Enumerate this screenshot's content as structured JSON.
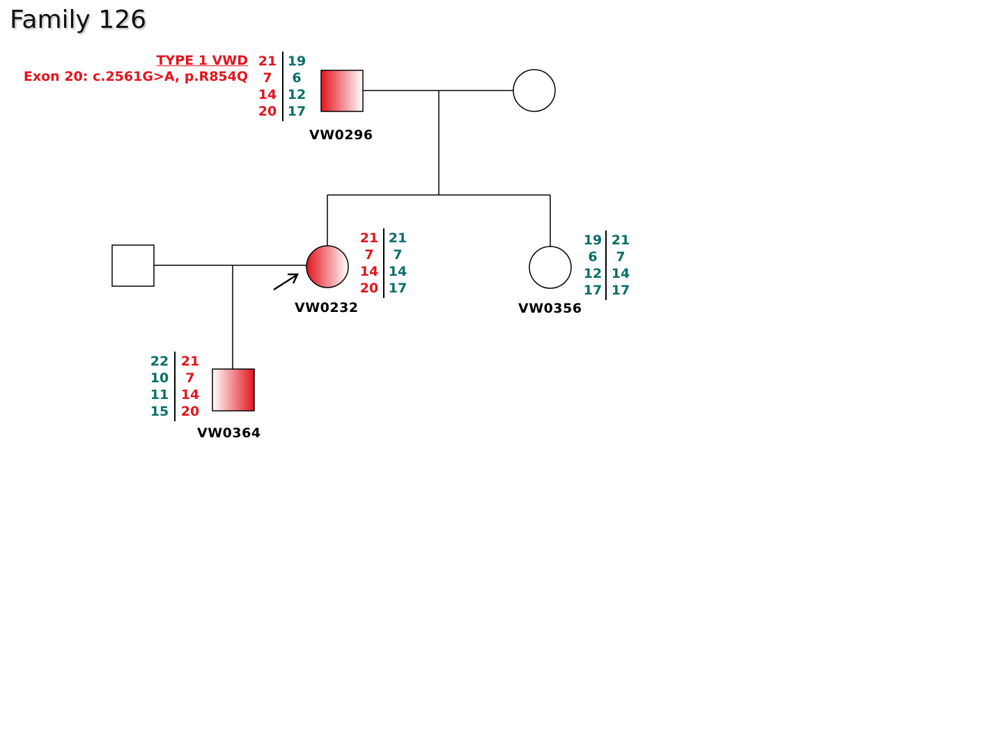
{
  "title": "Family 126",
  "annotation": {
    "diagnosis": "TYPE 1 VWD",
    "mutation": "Exon 20: c.2561G>A, p.R854Q"
  },
  "individuals": [
    {
      "id": "VW0296",
      "sex": "male",
      "affected": true,
      "alleles_left": [
        "21",
        "7",
        "14",
        "20"
      ],
      "alleles_right": [
        "19",
        "6",
        "12",
        "17"
      ],
      "left_color": "red",
      "right_color": "teal"
    },
    {
      "id": "spouse-I-2",
      "sex": "female",
      "affected": false
    },
    {
      "id": "spouse-II-1",
      "sex": "male",
      "affected": false
    },
    {
      "id": "VW0232",
      "sex": "female",
      "affected": true,
      "proband": true,
      "alleles_left": [
        "21",
        "7",
        "14",
        "20"
      ],
      "alleles_right": [
        "21",
        "7",
        "14",
        "17"
      ],
      "left_color": "red",
      "right_color": "teal"
    },
    {
      "id": "VW0356",
      "sex": "female",
      "affected": false,
      "alleles_left": [
        "19",
        "6",
        "12",
        "17"
      ],
      "alleles_right": [
        "21",
        "7",
        "14",
        "17"
      ],
      "left_color": "teal",
      "right_color": "teal"
    },
    {
      "id": "VW0364",
      "sex": "male",
      "affected": true,
      "alleles_left": [
        "22",
        "10",
        "11",
        "15"
      ],
      "alleles_right": [
        "21",
        "7",
        "14",
        "20"
      ],
      "left_color": "teal",
      "right_color": "red"
    }
  ],
  "labels": {
    "vw0296": "VW0296",
    "vw0232": "VW0232",
    "vw0356": "VW0356",
    "vw0364": "VW0364"
  },
  "alleles": {
    "vw0296": {
      "left": [
        "21",
        "7",
        "14",
        "20"
      ],
      "right": [
        "19",
        "6",
        "12",
        "17"
      ]
    },
    "vw0232": {
      "left": [
        "21",
        "7",
        "14",
        "20"
      ],
      "right": [
        "21",
        "7",
        "14",
        "17"
      ]
    },
    "vw0356": {
      "left": [
        "19",
        "6",
        "12",
        "17"
      ],
      "right": [
        "21",
        "7",
        "14",
        "17"
      ]
    },
    "vw0364": {
      "left": [
        "22",
        "10",
        "11",
        "15"
      ],
      "right": [
        "21",
        "7",
        "14",
        "20"
      ]
    }
  },
  "colors": {
    "affected_red": "#e3141d",
    "marker_teal": "#0a6e68",
    "line": "#000000"
  }
}
